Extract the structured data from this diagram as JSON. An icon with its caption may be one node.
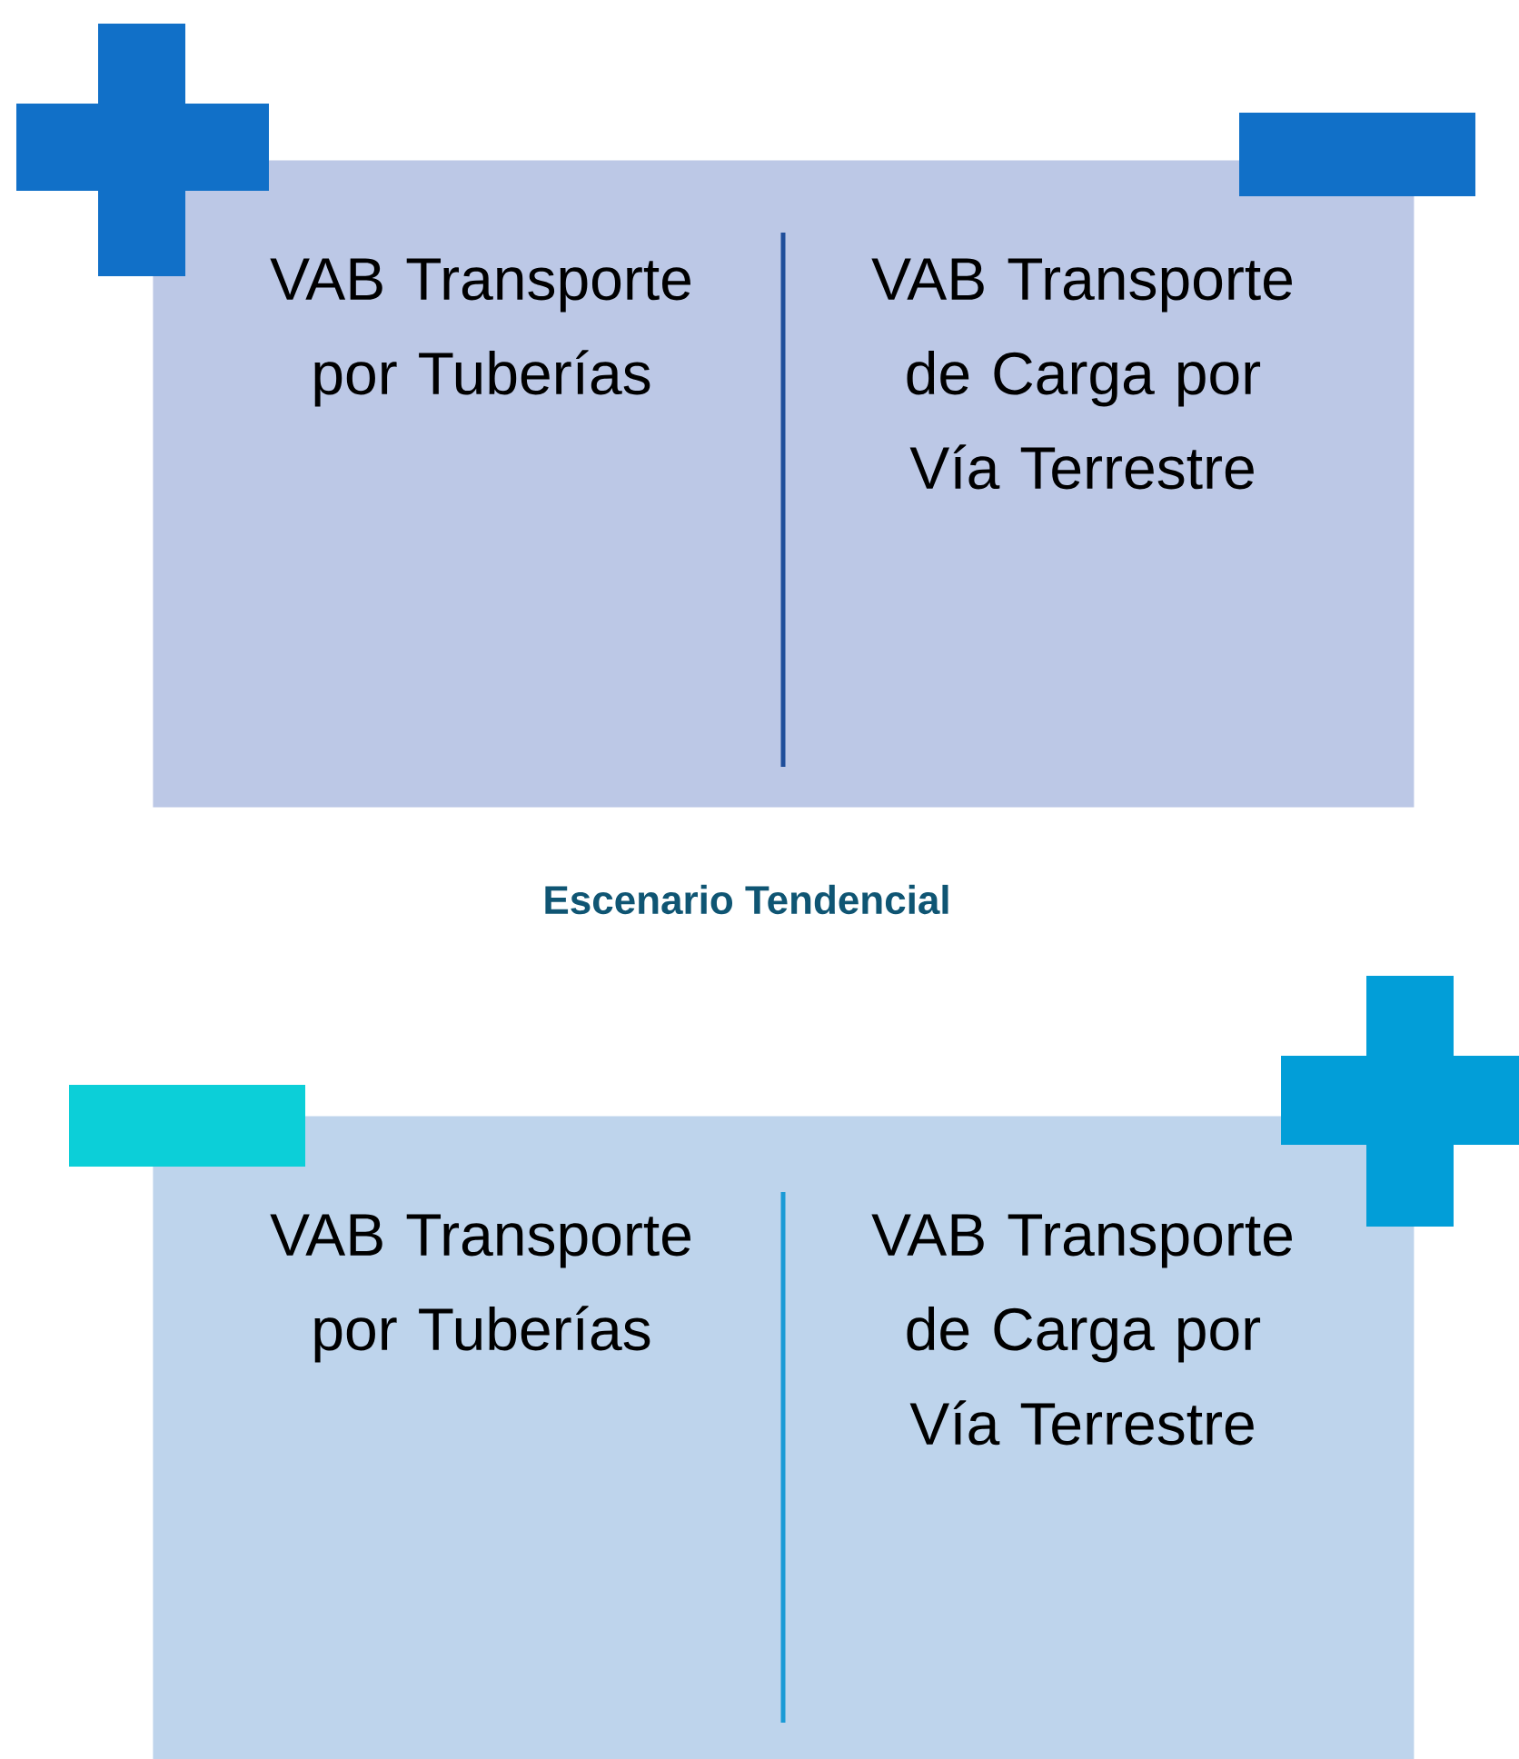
{
  "diagram": {
    "nodes": [
      {
        "text": [],
        "shape": "box"
      },
      {
        "text": [
          "VAB Transporte por Tuberías"
        ],
        "in": 0
      },
      {
        "text": [
          "VAB Transporte de Carga por Vía Terrestre"
        ],
        "in": 0
      },
      {
        "text": [],
        "shape": "box"
      },
      {
        "text": [
          "VAB Transporte por Tuberías"
        ],
        "in": 3
      },
      {
        "text": [
          "VAB Transporte de Carga por Vía Terrestre"
        ],
        "in": 3
      }
    ],
    "labels": [
      "Escenario Tendencial"
    ]
  }
}
